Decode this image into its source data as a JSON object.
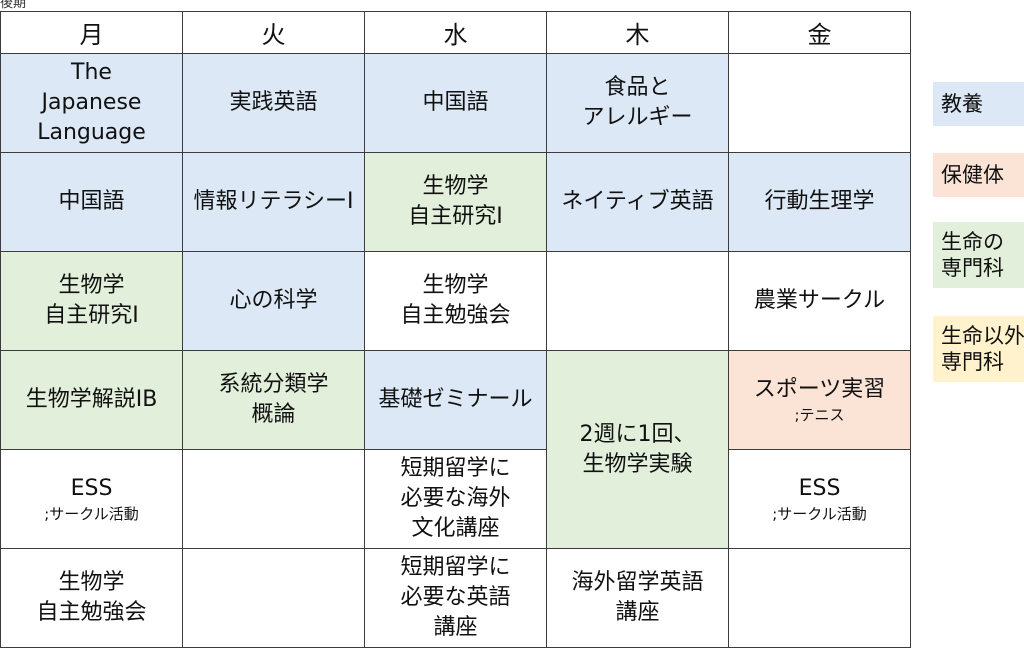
{
  "top_label": "後期",
  "days": [
    "月",
    "火",
    "水",
    "木",
    "金"
  ],
  "rows": [
    [
      {
        "text": "The\nJapanese\nLanguage",
        "cat": "general"
      },
      {
        "text": "実践英語",
        "cat": "general"
      },
      {
        "text": "中国語",
        "cat": "general"
      },
      {
        "text": "食品と\nアレルギー",
        "cat": "general"
      },
      {
        "text": "",
        "cat": "none"
      }
    ],
    [
      {
        "text": "中国語",
        "cat": "general"
      },
      {
        "text": "情報リテラシーI",
        "cat": "general"
      },
      {
        "text": "生物学\n自主研究I",
        "cat": "bio"
      },
      {
        "text": "ネイティブ英語",
        "cat": "general"
      },
      {
        "text": "行動生理学",
        "cat": "general"
      }
    ],
    [
      {
        "text": "生物学\n自主研究I",
        "cat": "bio"
      },
      {
        "text": "心の科学",
        "cat": "general"
      },
      {
        "text": "生物学\n自主勉強会",
        "cat": "none"
      },
      {
        "text": "",
        "cat": "none"
      },
      {
        "text": "農業サークル",
        "cat": "none"
      }
    ],
    [
      {
        "text": "生物学解説IB",
        "cat": "bio"
      },
      {
        "text": "系統分類学\n概論",
        "cat": "bio"
      },
      {
        "text": "基礎ゼミナール",
        "cat": "general"
      },
      {
        "text": "2週に1回、\n生物学実験",
        "cat": "bio",
        "rowspan": 2
      },
      {
        "text": "スポーツ実習",
        "sub": ";テニス",
        "cat": "pe"
      }
    ],
    [
      {
        "text": "ESS",
        "sub": ";サークル活動",
        "cat": "none"
      },
      {
        "text": "",
        "cat": "none"
      },
      {
        "text": "短期留学に\n必要な海外\n文化講座",
        "cat": "none"
      },
      {
        "text": "ESS",
        "sub": ";サークル活動",
        "cat": "none"
      }
    ],
    [
      {
        "text": "生物学\n自主勉強会",
        "cat": "none"
      },
      {
        "text": "",
        "cat": "none"
      },
      {
        "text": "短期留学に\n必要な英語\n講座",
        "cat": "none"
      },
      {
        "text": "海外留学英語\n講座",
        "cat": "none"
      },
      {
        "text": "",
        "cat": "none"
      }
    ]
  ],
  "legend": [
    {
      "text": "教養",
      "cat": "general"
    },
    {
      "text": "保健体",
      "cat": "pe"
    },
    {
      "text": "生命の\n専門科",
      "cat": "bio"
    },
    {
      "text": "生命以外\n専門科",
      "cat": "other"
    }
  ]
}
